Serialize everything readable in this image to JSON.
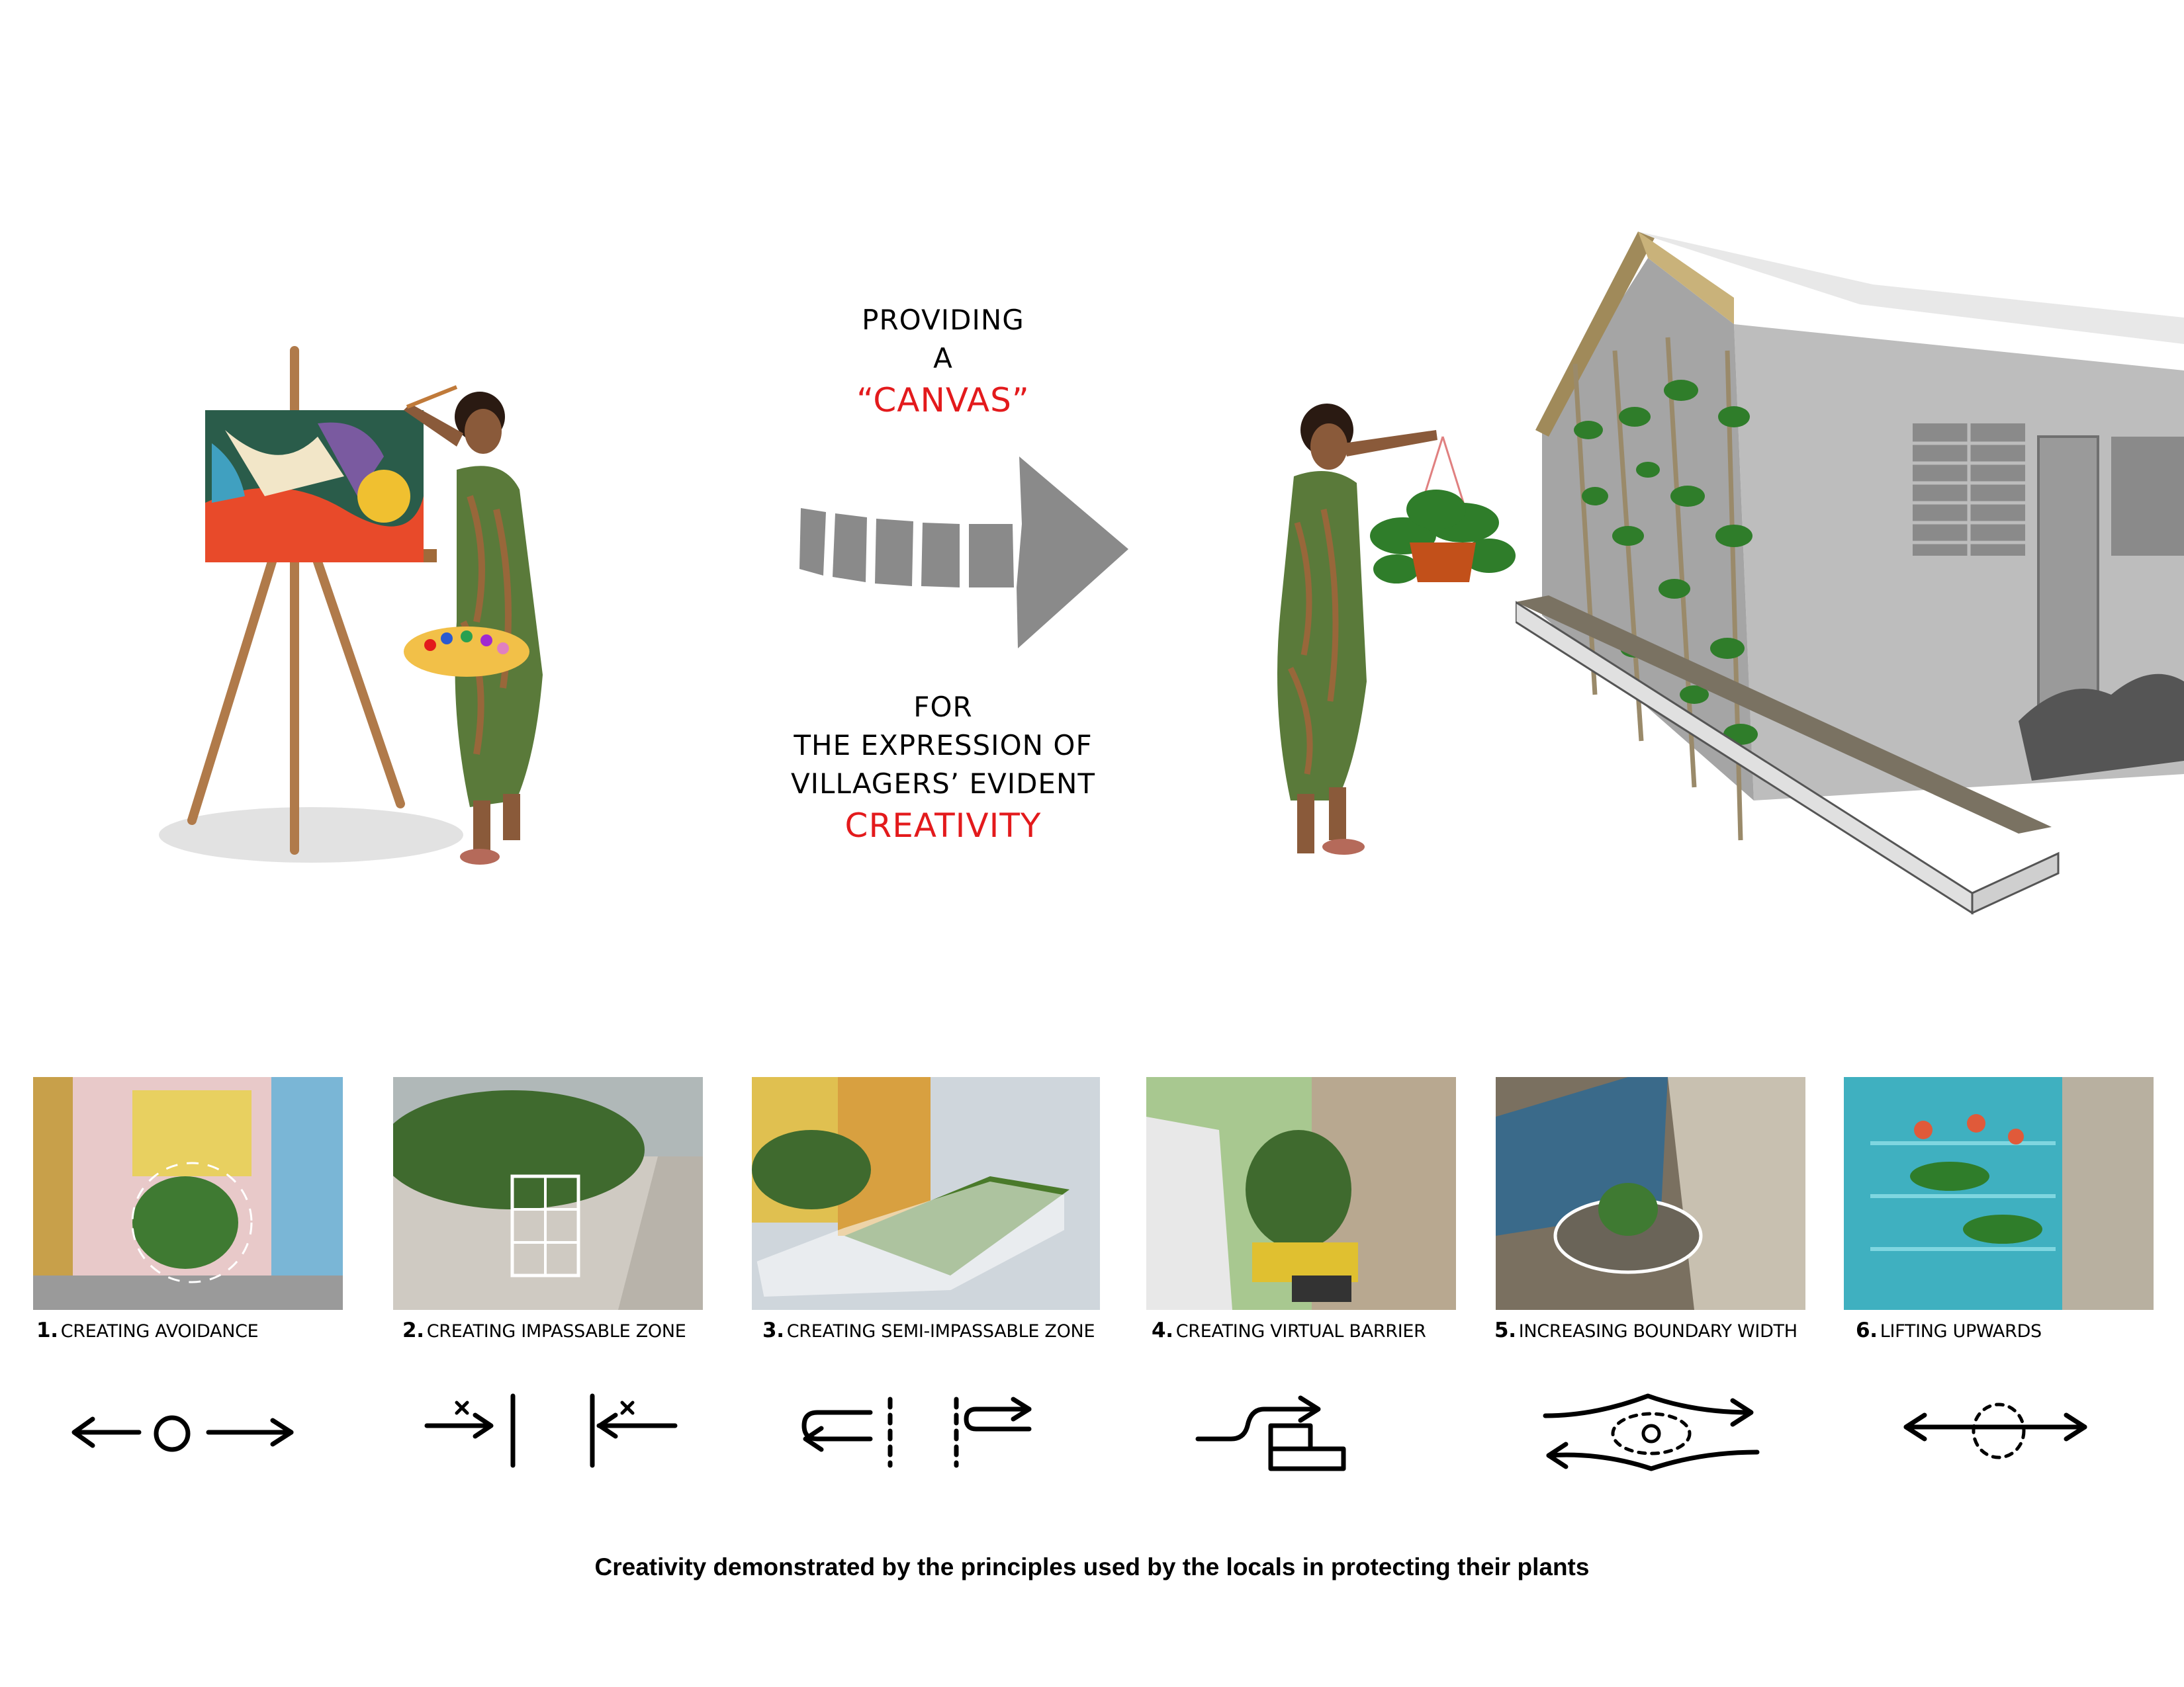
{
  "concept": {
    "providing": "PROVIDING",
    "a": "A",
    "canvas": "“CANVAS”",
    "for": "FOR",
    "expression": "THE EXPRESSION OF",
    "villagers": "VILLAGERS’ EVIDENT",
    "creativity": "CREATIVITY"
  },
  "colors": {
    "highlight": "#e31a1c",
    "arrow": "#8a8a8a",
    "wall": "#bdbdbd",
    "roof": "#a08a5a",
    "leaf": "#2f7d2a",
    "dress": "#5a7a3a"
  },
  "principles": [
    {
      "num": "1.",
      "label": "CREATING AVOIDANCE",
      "glyph": "avoidance-icon"
    },
    {
      "num": "2.",
      "label": "CREATING IMPASSABLE ZONE",
      "glyph": "impassable-zone-icon"
    },
    {
      "num": "3.",
      "label": "CREATING SEMI-IMPASSABLE ZONE",
      "glyph": "semi-impassable-zone-icon"
    },
    {
      "num": "4.",
      "label": "CREATING VIRTUAL BARRIER",
      "glyph": "virtual-barrier-icon"
    },
    {
      "num": "5.",
      "label": "INCREASING BOUNDARY WIDTH",
      "glyph": "boundary-width-icon"
    },
    {
      "num": "6.",
      "label": "LIFTING UPWARDS",
      "glyph": "lifting-upwards-icon"
    }
  ],
  "caption": "Creativity demonstrated by the principles used by the locals in protecting their plants"
}
